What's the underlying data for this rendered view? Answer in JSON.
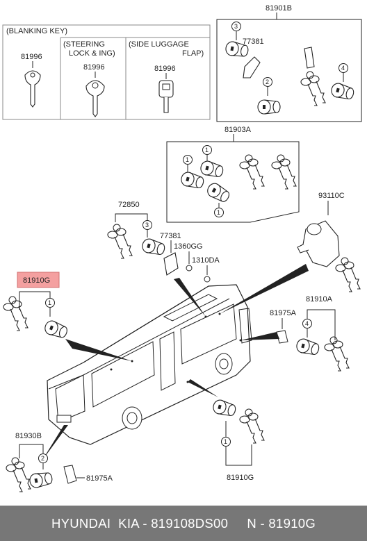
{
  "labels": {
    "blanking_key": "(BLANKING KEY)",
    "steering_1": "(STEERING",
    "steering_2": "LOCK & ING)",
    "side_1": "(SIDE LUGGAGE",
    "side_2": "FLAP)",
    "key_81996_a": "81996",
    "key_81996_b": "81996",
    "key_81996_c": "81996",
    "p81901B": "81901B",
    "p77381_top": "77381",
    "p81903A": "81903A",
    "p72850": "72850",
    "p77381": "77381",
    "p1360GG": "1360GG",
    "p1310DA": "1310DA",
    "p93110C": "93110C",
    "p81910G_highlight": "81910G",
    "p81910A": "81910A",
    "p81975A_right": "81975A",
    "p81930B": "81930B",
    "p81975A_bottom": "81975A",
    "p81910G_bottom": "81910G"
  },
  "callouts": {
    "c3_top": "3",
    "c2_top": "2",
    "c4_top": "4",
    "c1_a": "1",
    "c1_b": "1",
    "c1_c": "1",
    "c3_mid": "3",
    "c1_left": "1",
    "c4_right": "4",
    "c2_bottom": "2",
    "c1_bottom": "1"
  },
  "colors": {
    "highlight": "#f4a0a0",
    "footer_bg": "#777777",
    "line": "#222222"
  },
  "footer": {
    "text": "HYUNDAI  KIA - 819108DS00     N - 81910G"
  }
}
